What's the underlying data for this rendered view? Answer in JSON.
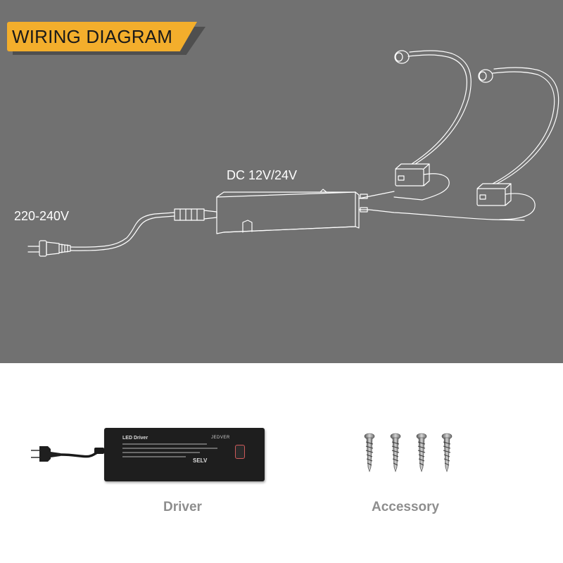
{
  "banner": {
    "title": "WIRING DIAGRAM"
  },
  "diagram": {
    "input_voltage": "220-240V",
    "output_voltage": "DC 12V/24V"
  },
  "products": {
    "driver_caption": "Driver",
    "accessory_caption": "Accessory",
    "driver_label": "LED Driver",
    "driver_brand": "JEDVER",
    "driver_mark": "SELV"
  },
  "colors": {
    "top_background": "#717171",
    "banner": "#f3ae2c",
    "line": "#ffffff",
    "caption": "#8e8e8e"
  }
}
